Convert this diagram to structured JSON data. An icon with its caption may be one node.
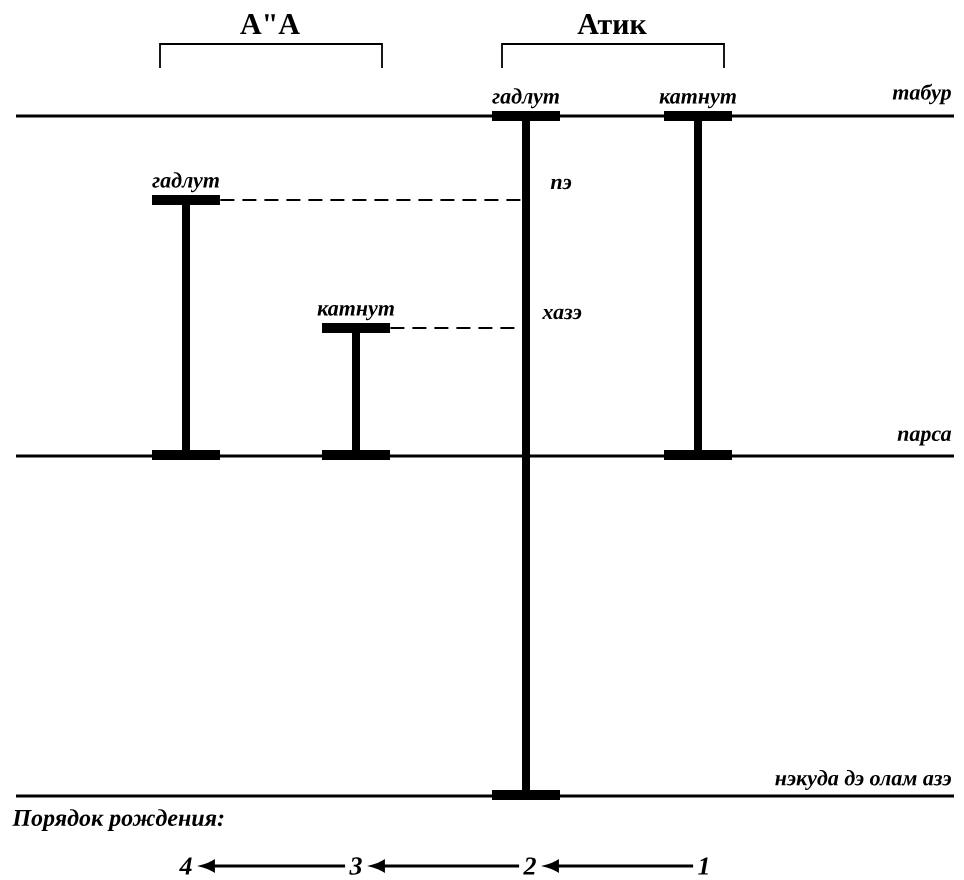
{
  "diagram": {
    "nodes": [
      {
        "text": [
          "гадлут"
        ]
      },
      {
        "text": [
          "катнут"
        ]
      },
      {
        "text": [
          "гадлут"
        ]
      },
      {
        "text": [
          "катнут"
        ]
      },
      {
        "text": [
          "4"
        ]
      },
      {
        "text": [
          "3"
        ]
      },
      {
        "text": [
          "2"
        ]
      },
      {
        "text": [
          "1"
        ]
      }
    ],
    "edges": [
      {
        "from": 0,
        "to": 2,
        "arrow": "none",
        "style": "dashed"
      },
      {
        "from": 1,
        "to": 2,
        "arrow": "none",
        "style": "dashed"
      },
      {
        "from": 7,
        "to": 6,
        "arrow": "to"
      },
      {
        "from": 6,
        "to": 5,
        "arrow": "to"
      },
      {
        "from": 5,
        "to": 4,
        "arrow": "to"
      }
    ],
    "labels": [
      "А\"А",
      "Атик",
      "табур",
      "пэ",
      "хазэ",
      "парса",
      "нэкуда дэ олам азэ",
      "Порядок рождения:"
    ]
  }
}
